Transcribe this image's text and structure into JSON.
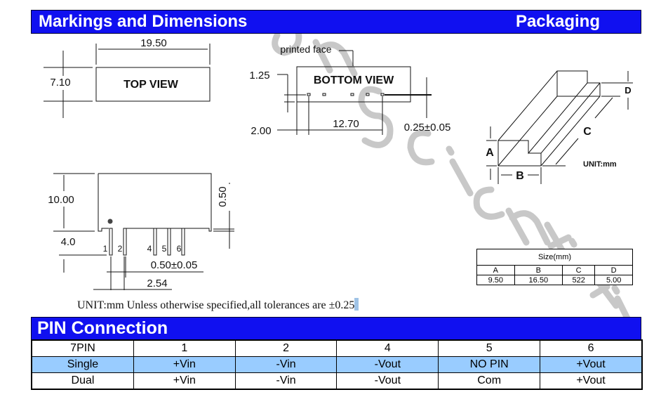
{
  "header": {
    "title": "Markings and Dimensions",
    "packaging": "Packaging"
  },
  "watermark": "an scientific",
  "top_view": {
    "label": "TOP VIEW",
    "width": "19.50",
    "height": "7.10"
  },
  "bottom_view": {
    "label": "BOTTOM VIEW",
    "printed_face": "printed face",
    "dim_125": "1.25",
    "dim_200": "2.00",
    "dim_1270": "12.70",
    "dim_025": "0.25±0.05"
  },
  "side_view": {
    "height": "10.00",
    "pin_len": "4.0",
    "standoff": "0.50",
    "pin_width": "0.50±0.05",
    "pitch": "2.54",
    "pins": [
      "1",
      "2",
      "4",
      "5",
      "6"
    ]
  },
  "packaging": {
    "labels": {
      "a": "A",
      "b": "B",
      "c": "C",
      "d": "D"
    },
    "unit": "UNIT:mm",
    "size_table": {
      "caption": "Size(mm)",
      "headers": [
        "A",
        "B",
        "C",
        "D"
      ],
      "values": [
        "9.50",
        "16.50",
        "522",
        "5.00"
      ]
    }
  },
  "note": "UNIT:mm Unless otherwise specified,all tolerances are ±0.25",
  "pin_connection": {
    "title": "PIN Connection",
    "rows": [
      [
        "7PIN",
        "1",
        "2",
        "4",
        "5",
        "6"
      ],
      [
        "Single",
        "+Vin",
        "-Vin",
        "-Vout",
        "NO PIN",
        "+Vout"
      ],
      [
        "Dual",
        "+Vin",
        "-Vin",
        "-Vout",
        "Com",
        "+Vout"
      ]
    ]
  }
}
